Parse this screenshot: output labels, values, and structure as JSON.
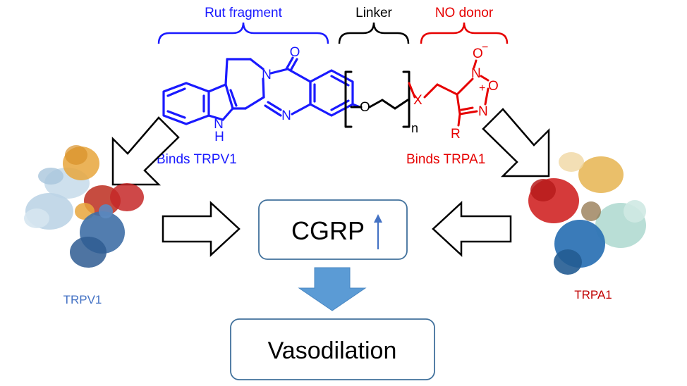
{
  "labels": {
    "rut_fragment": "Rut fragment",
    "linker": "Linker",
    "no_donor": "NO donor",
    "binds_trpv1": "Binds TRPV1",
    "binds_trpa1": "Binds TRPA1",
    "trpv1": "TRPV1",
    "trpa1": "TRPA1",
    "cgrp": "CGRP",
    "vasodilation": "Vasodilation"
  },
  "molecule": {
    "atom_o_carbonyl": "O",
    "atom_n_ring": "N",
    "atom_n_imine": "N",
    "atom_nh_n": "N",
    "atom_nh_h": "H",
    "atom_o_linker": "O",
    "subscript_n": "n",
    "atom_x": "X",
    "atom_r": "R",
    "atom_o_oxide": "O",
    "minus": "−",
    "atom_n_plus": "N",
    "plus": "+",
    "atom_o_ring": "O",
    "atom_n_furoxan": "N"
  },
  "colors": {
    "rut_blue": "#1a1aff",
    "linker_black": "#000000",
    "no_donor_red": "#e60000",
    "trpv1_label": "#4472c4",
    "trpa1_label": "#c00000",
    "box_border": "#41719c",
    "down_arrow": "#5b9bd5",
    "up_arrow": "#4472c4"
  }
}
